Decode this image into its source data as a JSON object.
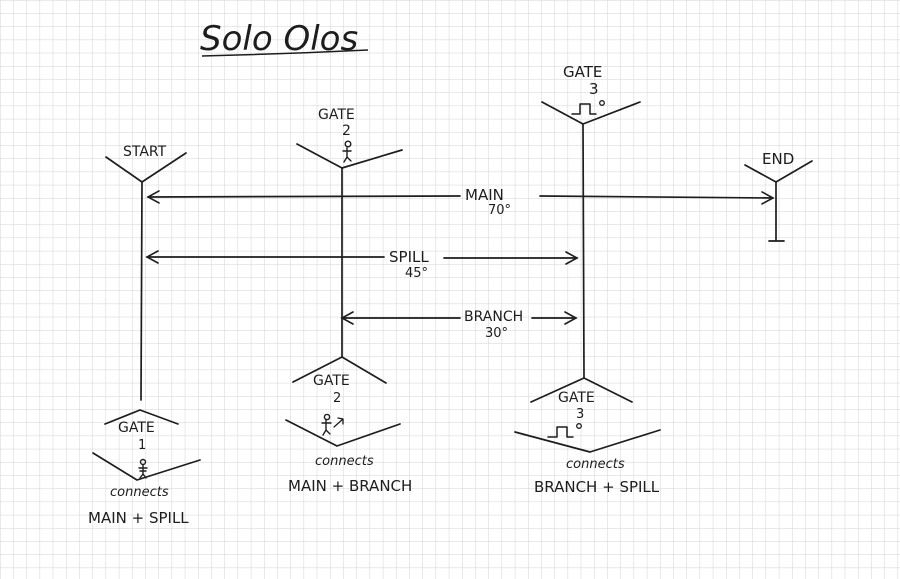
{
  "title": "Solo Olos",
  "points": {
    "start": "START",
    "end": "END"
  },
  "gates_top": [
    {
      "label": "GATE",
      "number": "2"
    },
    {
      "label": "GATE",
      "number": "3"
    }
  ],
  "gates_bottom": [
    {
      "label": "GATE",
      "number": "1",
      "connects_label": "connects",
      "connects": "MAIN + SPILL"
    },
    {
      "label": "GATE",
      "number": "2",
      "connects_label": "connects",
      "connects": "MAIN + BRANCH"
    },
    {
      "label": "GATE",
      "number": "3",
      "connects_label": "connects",
      "connects": "BRANCH + SPILL"
    }
  ],
  "runs": [
    {
      "name": "MAIN",
      "angle": "70°"
    },
    {
      "name": "SPILL",
      "angle": "45°"
    },
    {
      "name": "BRANCH",
      "angle": "30°"
    }
  ],
  "colors": {
    "paper": "#ffffff",
    "grid": "#d2d2d2",
    "ink": "#1d1d1d"
  },
  "icons": {
    "gate1": "figure-gate-icon",
    "gate2": "figure-gate-icon",
    "gate3": "step-wave-icon"
  }
}
